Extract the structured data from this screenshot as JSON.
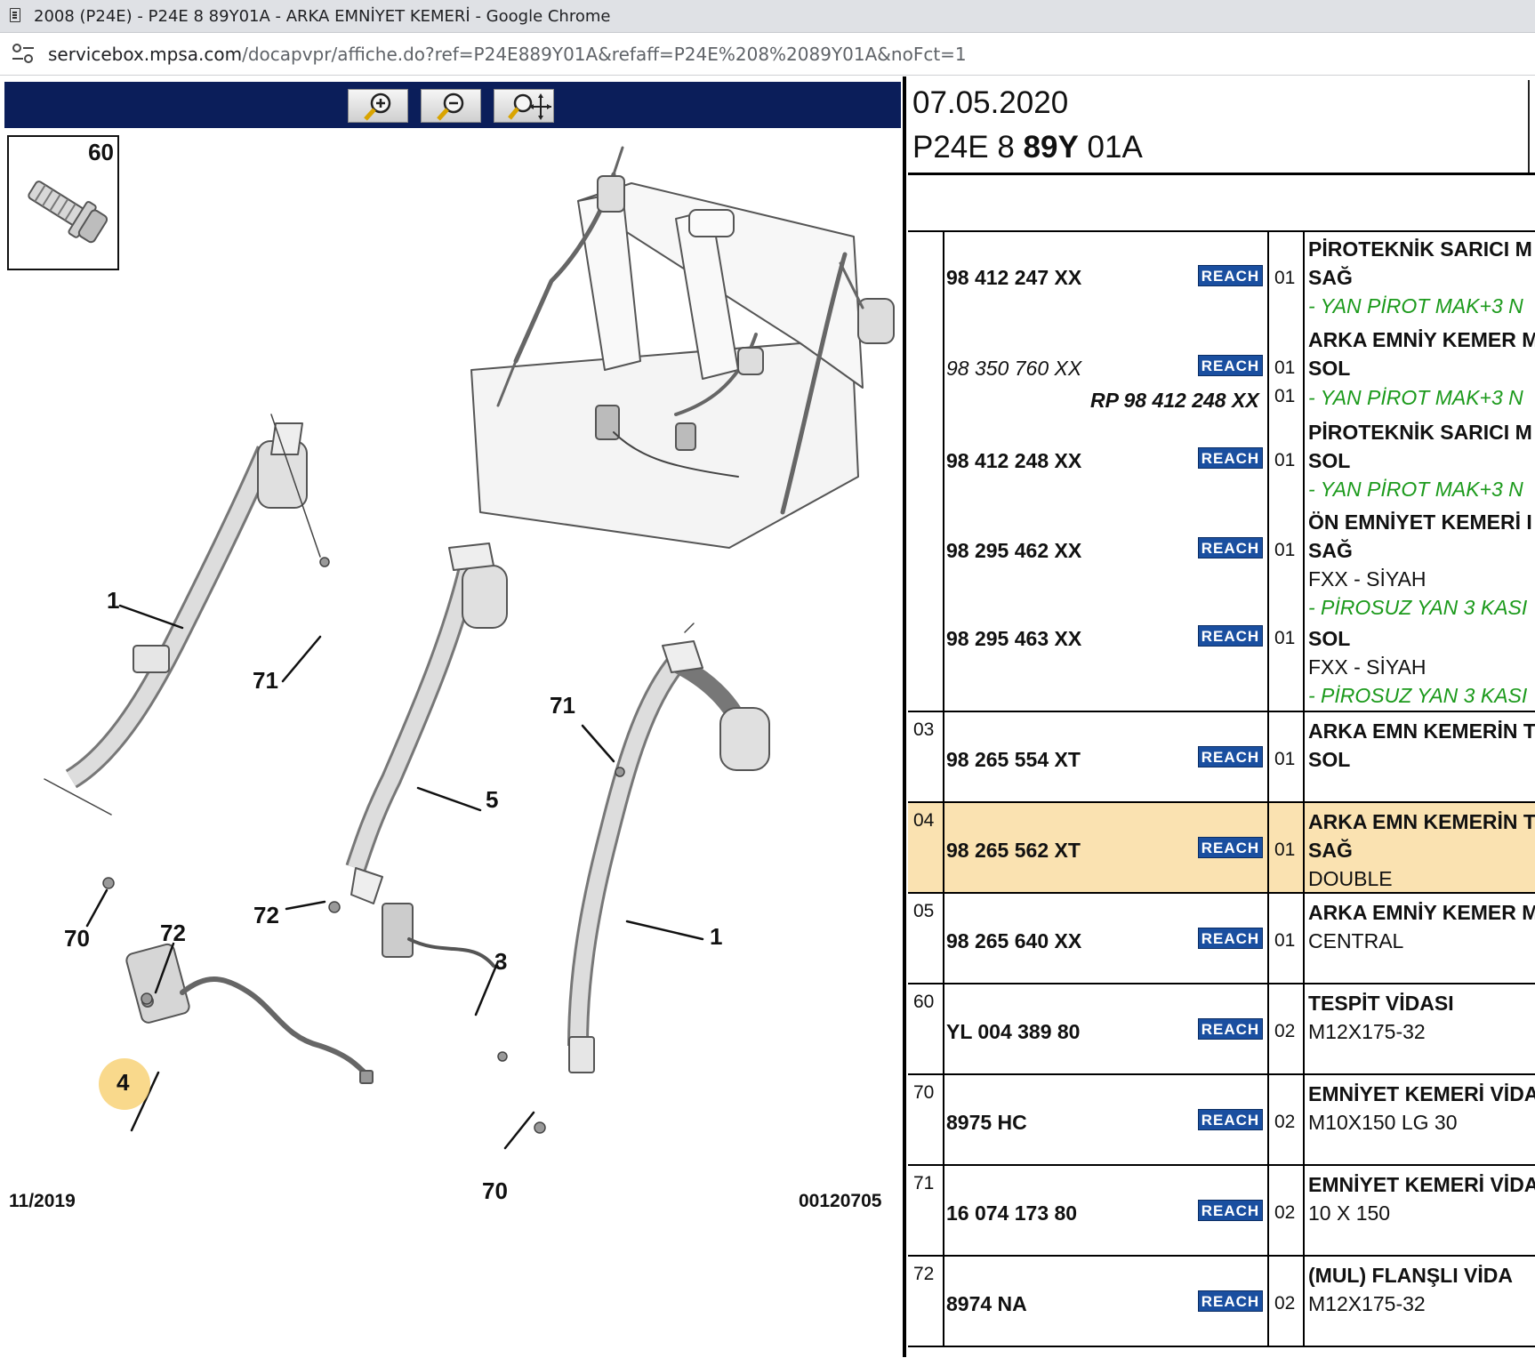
{
  "window": {
    "title": "2008 (P24E) - P24E 8 89Y01A - ARKA EMNİYET KEMERİ - Google Chrome"
  },
  "address": {
    "host": "servicebox.mpsa.com",
    "path": "/docapvpr/affiche.do?ref=P24E889Y01A&refaff=P24E%208%2089Y01A&noFct=1"
  },
  "toolbar": {
    "zoom_in": "zoom-in",
    "zoom_out": "zoom-out",
    "zoom_pan": "zoom-pan"
  },
  "diagram": {
    "thumb_number": "60",
    "callouts": [
      "1",
      "71",
      "5",
      "71",
      "1",
      "70",
      "72",
      "72",
      "3",
      "4",
      "70"
    ],
    "date": "11/2019",
    "code": "00120705",
    "highlight_color": "#f8d278"
  },
  "header": {
    "date": "07.05.2020",
    "ref_a": "P24E 8 ",
    "ref_b": "89Y",
    "ref_c": " 01A"
  },
  "reach_label": "REACH",
  "rows": [
    {
      "ref": "",
      "pn": "98 412 247 XX",
      "qty": "01",
      "desc": [
        "PİROTEKNİK SARICI M",
        "SAĞ"
      ],
      "note": "- YAN PİROT MAK+3 N"
    },
    {
      "ref": "",
      "pn": "98 350 760 XX",
      "qty": "01",
      "desc": [
        "ARKA EMNİY KEMER M",
        "SOL"
      ],
      "note": "",
      "rp": "RP 98 412 248 XX",
      "rp_qty": "01",
      "rp_note": "- YAN PİROT MAK+3 N"
    },
    {
      "ref": "",
      "pn": "98 412 248 XX",
      "qty": "01",
      "desc": [
        "PİROTEKNİK SARICI M",
        "SOL"
      ],
      "note": "- YAN PİROT MAK+3 N"
    },
    {
      "ref": "",
      "pn": "98 295 462 XX",
      "qty": "01",
      "desc": [
        "ÖN EMNİYET KEMERİ I",
        "SAĞ"
      ],
      "desc3": "FXX - SİYAH",
      "note": "- PİROSUZ YAN 3 KASI"
    },
    {
      "ref": "",
      "pn": "98 295 463 XX",
      "qty": "01",
      "desc": [
        "SOL"
      ],
      "desc3": "FXX - SİYAH",
      "note": "- PİROSUZ YAN 3 KASI"
    },
    {
      "ref": "03",
      "pn": "98 265 554 XT",
      "qty": "01",
      "desc": [
        "ARKA EMN KEMERİN T",
        "SOL"
      ]
    },
    {
      "ref": "04",
      "pn": "98 265 562 XT",
      "qty": "01",
      "desc": [
        "ARKA EMN KEMERİN T",
        "SAĞ"
      ],
      "desc3": "DOUBLE"
    },
    {
      "ref": "05",
      "pn": "98 265 640 XX",
      "qty": "01",
      "desc": [
        "ARKA EMNİY KEMER M"
      ],
      "desc3": "CENTRAL"
    },
    {
      "ref": "60",
      "pn": "YL 004 389 80",
      "qty": "02",
      "desc": [
        "TESPİT VİDASI"
      ],
      "desc3": "M12X175-32"
    },
    {
      "ref": "70",
      "pn": "8975 HC",
      "qty": "02",
      "desc": [
        "EMNİYET KEMERİ VİDA"
      ],
      "desc3": "M10X150 LG 30"
    },
    {
      "ref": "71",
      "pn": "16 074 173 80",
      "qty": "02",
      "desc": [
        "EMNİYET KEMERİ VİDA"
      ],
      "desc3": "10 X 150"
    },
    {
      "ref": "72",
      "pn": "8974 NA",
      "qty": "02",
      "desc": [
        "(MUL) FLANŞLI VİDA"
      ],
      "desc3": "M12X175-32"
    }
  ],
  "colors": {
    "toolbar": "#0b1e5a",
    "reach": "#1a4fa0",
    "note_green": "#1c9a1c",
    "highlight_row": "#fae2b1"
  }
}
